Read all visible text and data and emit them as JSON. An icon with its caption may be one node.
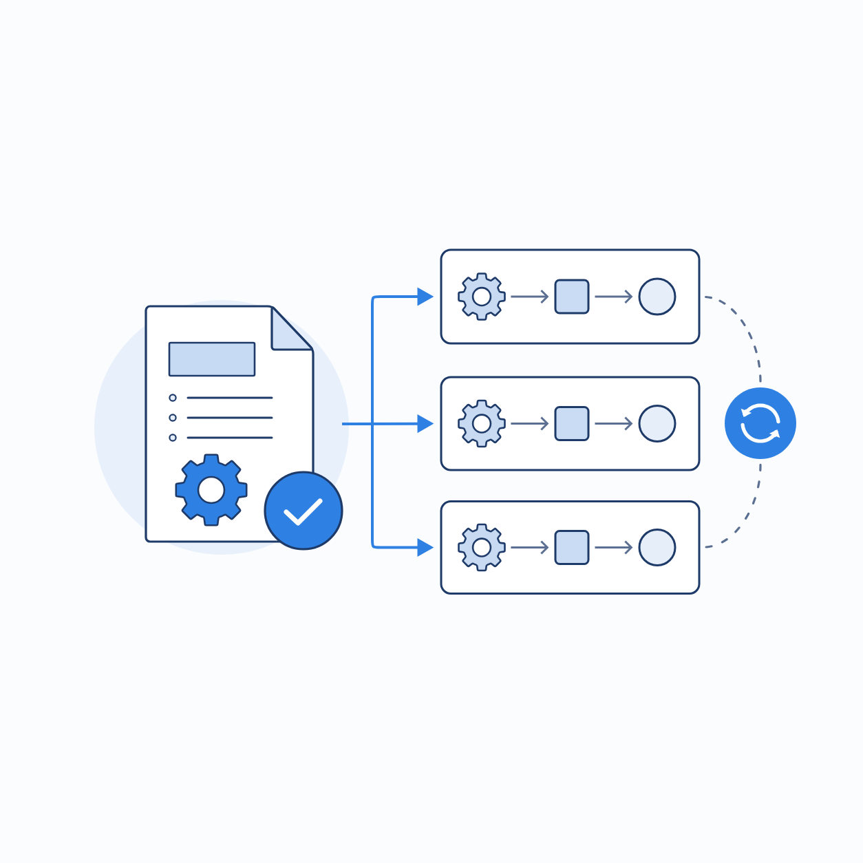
{
  "diagram": {
    "nodes": [
      {
        "text": [],
        "shape": "document"
      },
      {
        "text": [],
        "shape": "box"
      },
      {
        "text": [],
        "shape": "gear",
        "in": 1
      },
      {
        "text": [],
        "shape": "box",
        "in": 1
      },
      {
        "text": [],
        "shape": "circle",
        "in": 1
      },
      {
        "text": [],
        "shape": "box"
      },
      {
        "text": [],
        "shape": "gear",
        "in": 5
      },
      {
        "text": [],
        "shape": "box",
        "in": 5
      },
      {
        "text": [],
        "shape": "circle",
        "in": 5
      },
      {
        "text": [],
        "shape": "box"
      },
      {
        "text": [],
        "shape": "gear",
        "in": 9
      },
      {
        "text": [],
        "shape": "box",
        "in": 9
      },
      {
        "text": [],
        "shape": "circle",
        "in": 9
      },
      {
        "text": [],
        "shape": "circle"
      }
    ],
    "edges": [
      {
        "from": 0,
        "to": 1,
        "arrow": "to",
        "color": "#2f80e3"
      },
      {
        "from": 0,
        "to": 5,
        "arrow": "to",
        "color": "#2f80e3"
      },
      {
        "from": 0,
        "to": 9,
        "arrow": "to",
        "color": "#2f80e3"
      },
      {
        "from": 2,
        "to": 3,
        "arrow": "to"
      },
      {
        "from": 3,
        "to": 4,
        "arrow": "to"
      },
      {
        "from": 6,
        "to": 7,
        "arrow": "to"
      },
      {
        "from": 7,
        "to": 8,
        "arrow": "to"
      },
      {
        "from": 10,
        "to": 11,
        "arrow": "to"
      },
      {
        "from": 11,
        "to": 12,
        "arrow": "to"
      },
      {
        "from": 1,
        "to": 13,
        "arrow": "none",
        "style": "dashed"
      },
      {
        "from": 13,
        "to": 9,
        "arrow": "none",
        "style": "dashed"
      }
    ]
  }
}
